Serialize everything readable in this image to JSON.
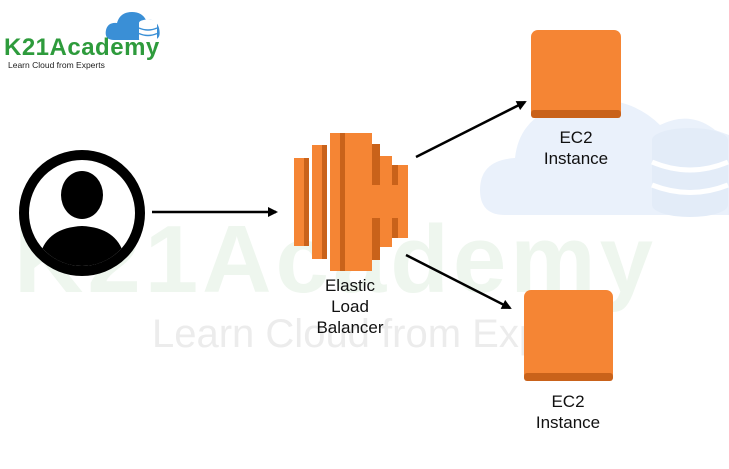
{
  "logo": {
    "brand": "K21Academy",
    "tagline": "Learn Cloud from Experts"
  },
  "watermark": {
    "brand": "K21Academy",
    "tagline": "Learn Cloud from Experts"
  },
  "nodes": {
    "load_balancer": {
      "line1": "Elastic",
      "line2": "Load",
      "line3": "Balancer"
    },
    "ec2_top": {
      "line1": "EC2",
      "line2": "Instance"
    },
    "ec2_bottom": {
      "line1": "EC2",
      "line2": "Instance"
    }
  },
  "colors": {
    "aws_orange": "#f58534",
    "aws_orange_dark": "#c9621a",
    "logo_green": "#2e9b3c",
    "logo_blue": "#3a8fd6"
  }
}
